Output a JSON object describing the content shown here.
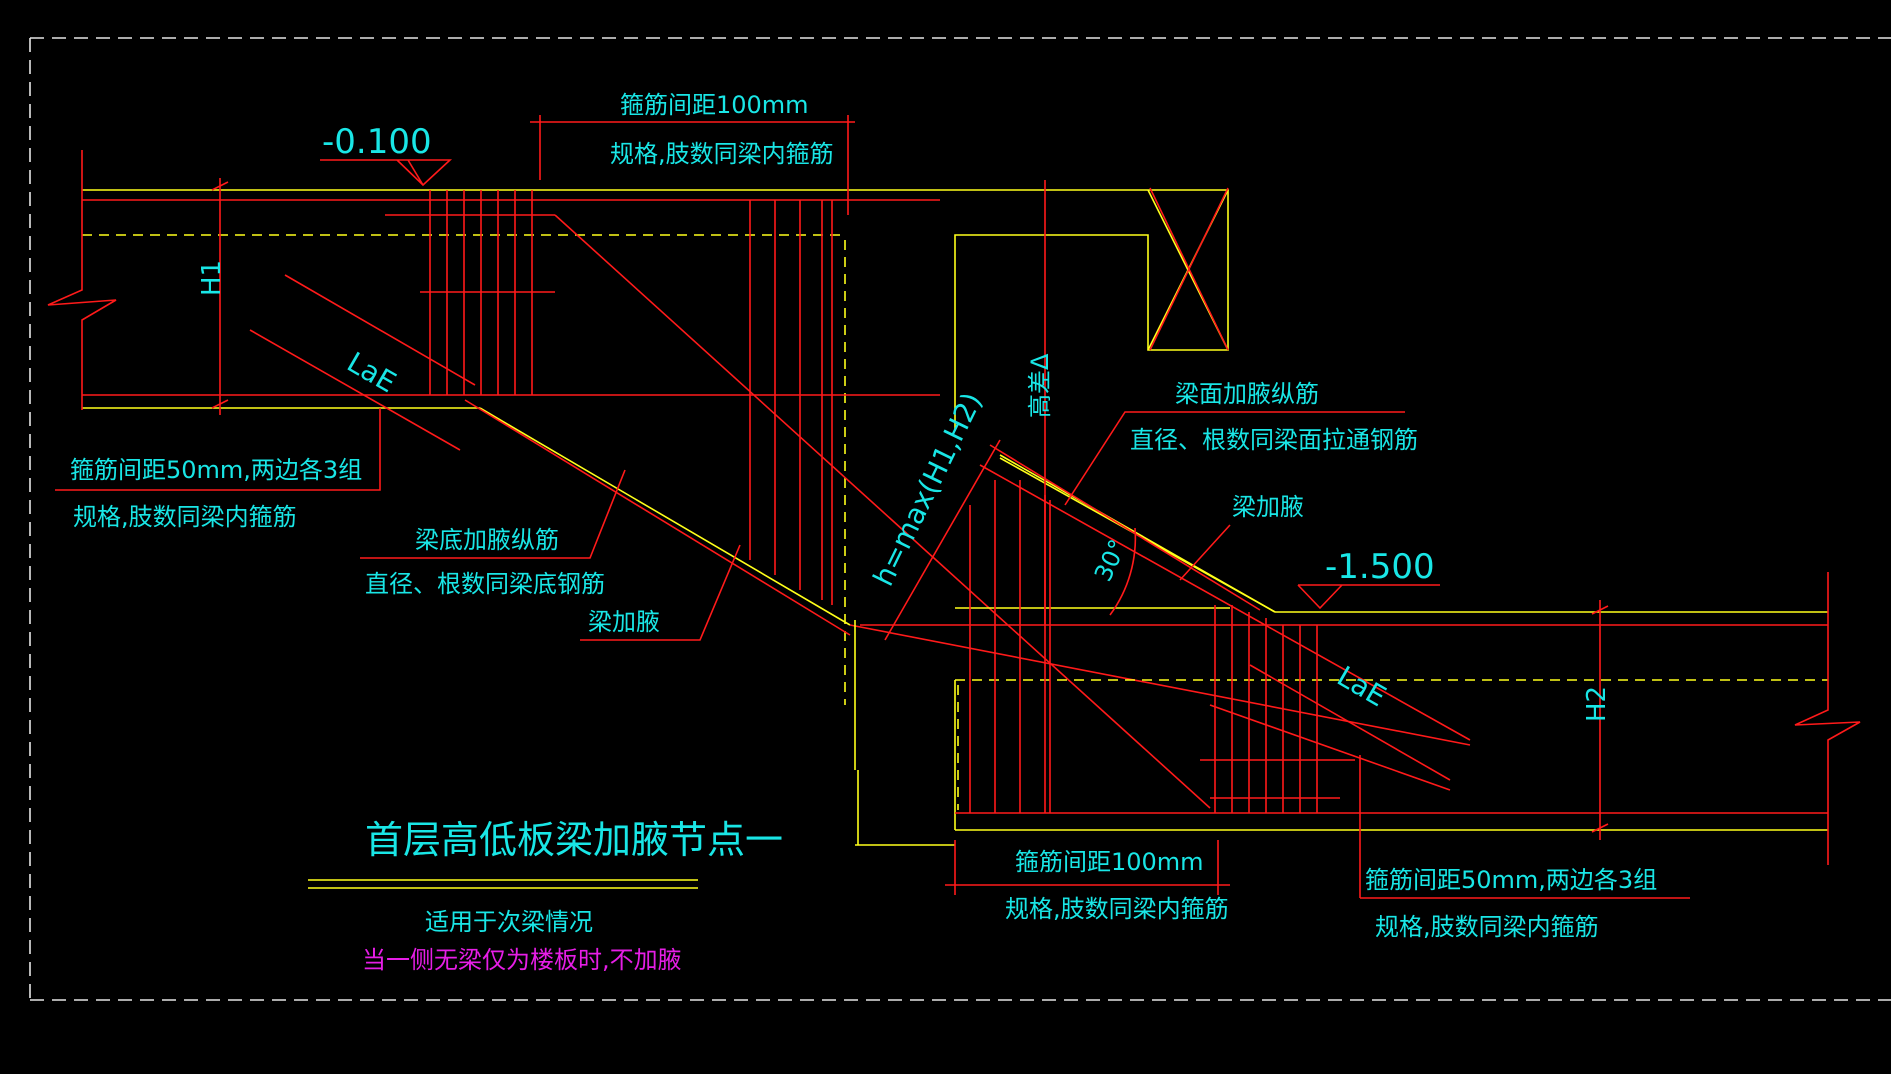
{
  "title": "首层高低板梁加腋节点一",
  "subtitle": "适用于次梁情况",
  "note": "当一侧无梁仅为楼板时,不加腋",
  "elevations": {
    "left": "-0.100",
    "right": "-1.500"
  },
  "dims": {
    "h1": "H1",
    "h2": "H2",
    "lae_left": "LaE",
    "lae_right": "LaE",
    "formula": "h=max(H1,H2)",
    "height_diff": "高差Δ",
    "angle": "30°"
  },
  "labels": {
    "top_stirrup_line1": "箍筋间距100mm",
    "top_stirrup_line2": "规格,肢数同梁内箍筋",
    "left_stirrup_line1": "箍筋间距50mm,两边各3组",
    "left_stirrup_line2": "规格,肢数同梁内箍筋",
    "haunch_bottom_line1": "梁底加腋纵筋",
    "haunch_bottom_line2": "直径、根数同梁底钢筋",
    "haunch_left": "梁加腋",
    "haunch_top_line1": "梁面加腋纵筋",
    "haunch_top_line2": "直径、根数同梁面拉通钢筋",
    "haunch_right": "梁加腋",
    "bottom_stirrup_line1": "箍筋间距100mm",
    "bottom_stirrup_line2": "规格,肢数同梁内箍筋",
    "right_stirrup_line1": "箍筋间距50mm,两边各3组",
    "right_stirrup_line2": "规格,肢数同梁内箍筋"
  }
}
